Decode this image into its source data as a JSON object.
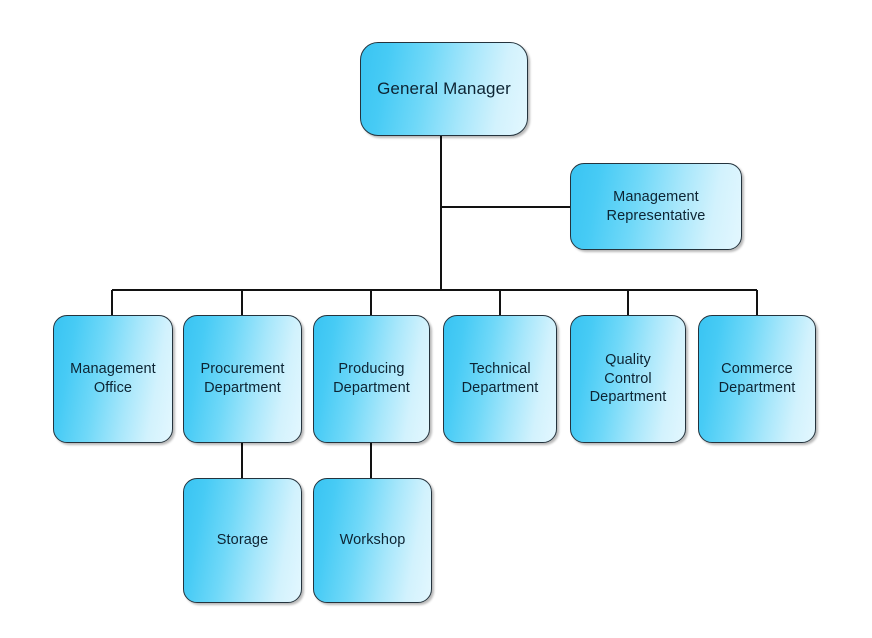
{
  "diagram": {
    "type": "organization-chart",
    "background_color": "#ffffff",
    "node_fill_start": "#39c4f2",
    "node_fill_end": "#e3f7fe",
    "node_border_color": "#24333d",
    "connector_color": "#121212",
    "text_color": "#0d2433"
  },
  "nodes": {
    "general_manager": {
      "label": "General Manager"
    },
    "management_representative": {
      "label": "Management\nRepresentative"
    },
    "management_office": {
      "label": "Management\nOffice"
    },
    "procurement_department": {
      "label": "Procurement\nDepartment"
    },
    "producing_department": {
      "label": "Producing\nDepartment"
    },
    "technical_department": {
      "label": "Technical\nDepartment"
    },
    "quality_control_department": {
      "label": "Quality\nControl\nDepartment"
    },
    "commerce_department": {
      "label": "Commerce\nDepartment"
    },
    "storage": {
      "label": "Storage"
    },
    "workshop": {
      "label": "Workshop"
    }
  },
  "edges": [
    {
      "from": "general_manager",
      "to": "management_representative"
    },
    {
      "from": "general_manager",
      "to": "management_office"
    },
    {
      "from": "general_manager",
      "to": "procurement_department"
    },
    {
      "from": "general_manager",
      "to": "producing_department"
    },
    {
      "from": "general_manager",
      "to": "technical_department"
    },
    {
      "from": "general_manager",
      "to": "quality_control_department"
    },
    {
      "from": "general_manager",
      "to": "commerce_department"
    },
    {
      "from": "procurement_department",
      "to": "storage"
    },
    {
      "from": "producing_department",
      "to": "workshop"
    }
  ]
}
